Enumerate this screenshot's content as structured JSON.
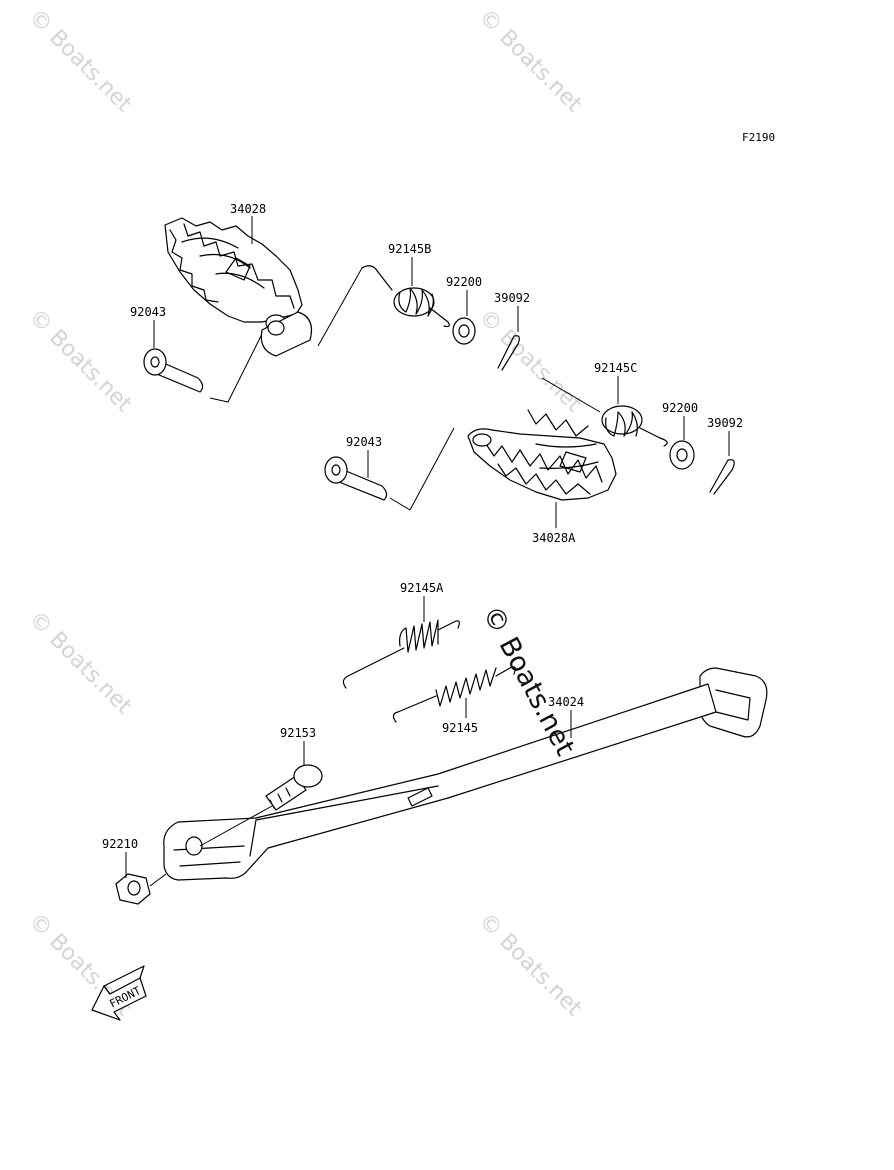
{
  "figure_code": "F2190",
  "watermark": "© Boats.net",
  "front_label": "FRONT",
  "parts": [
    {
      "id": "p1",
      "number": "34028"
    },
    {
      "id": "p2",
      "number": "92145B"
    },
    {
      "id": "p3",
      "number": "92200"
    },
    {
      "id": "p4",
      "number": "39092"
    },
    {
      "id": "p5",
      "number": "92043"
    },
    {
      "id": "p6",
      "number": "92145C"
    },
    {
      "id": "p7",
      "number": "92200"
    },
    {
      "id": "p8",
      "number": "39092"
    },
    {
      "id": "p9",
      "number": "92043"
    },
    {
      "id": "p10",
      "number": "34028A"
    },
    {
      "id": "p11",
      "number": "92145A"
    },
    {
      "id": "p12",
      "number": "34024"
    },
    {
      "id": "p13",
      "number": "92145"
    },
    {
      "id": "p14",
      "number": "92153"
    },
    {
      "id": "p15",
      "number": "92210"
    }
  ]
}
